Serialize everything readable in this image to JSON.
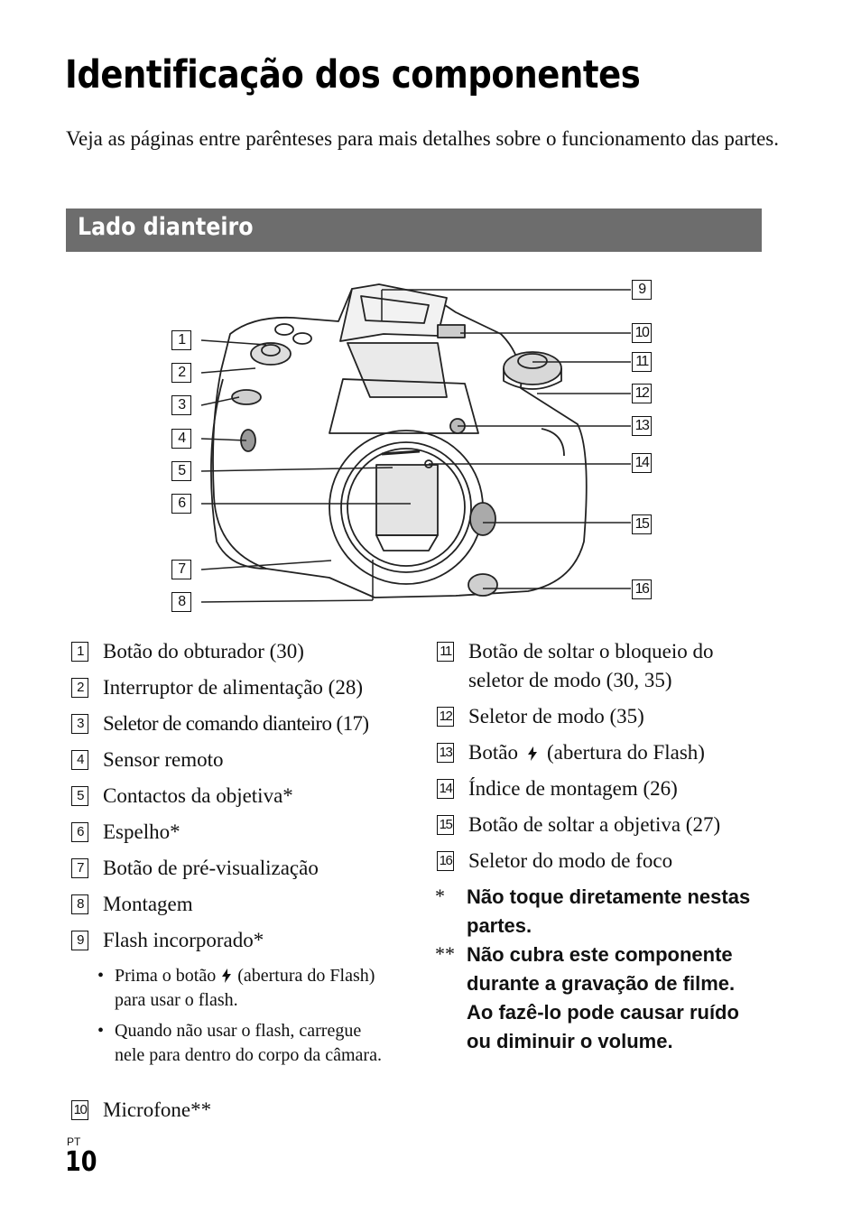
{
  "page": {
    "title": "Identificação dos componentes",
    "intro": "Veja as páginas entre parênteses para mais detalhes sobre o funcionamento das partes.",
    "section_title": "Lado dianteiro",
    "language_code": "PT",
    "page_number": "10"
  },
  "figure": {
    "callouts": [
      "1",
      "2",
      "3",
      "4",
      "5",
      "6",
      "7",
      "8",
      "9",
      "10",
      "11",
      "12",
      "13",
      "14",
      "15",
      "16"
    ]
  },
  "parts_left": [
    {
      "num": "1",
      "label": "Botão do obturador (30)"
    },
    {
      "num": "2",
      "label": "Interruptor de alimentação (28)"
    },
    {
      "num": "3",
      "label": "Seletor de comando dianteiro (17)"
    },
    {
      "num": "4",
      "label": "Sensor remoto"
    },
    {
      "num": "5",
      "label": "Contactos da objetiva*"
    },
    {
      "num": "6",
      "label": "Espelho*"
    },
    {
      "num": "7",
      "label": "Botão de pré-visualização"
    },
    {
      "num": "8",
      "label": "Montagem"
    },
    {
      "num": "9",
      "label": "Flash incorporado*"
    }
  ],
  "flash_notes": {
    "bullet": "•",
    "note1_part1": "Prima o botão",
    "note1_part2": "(abertura do Flash) para usar o flash.",
    "note2": "Quando não usar o flash, carregue nele para dentro do corpo da câmara."
  },
  "part_10": {
    "num": "10",
    "label": "Microfone**"
  },
  "parts_right": [
    {
      "num": "11",
      "label_line1": "Botão de soltar o bloqueio do",
      "label_line2": "seletor de modo (30, 35)"
    },
    {
      "num": "12",
      "label": "Seletor de modo (35)"
    },
    {
      "num": "13",
      "label_part1": "Botão",
      "label_part2": "(abertura do Flash)"
    },
    {
      "num": "14",
      "label": "Índice de montagem (26)"
    },
    {
      "num": "15",
      "label": "Botão de soltar a objetiva (27)"
    },
    {
      "num": "16",
      "label": "Seletor do modo de foco"
    }
  ],
  "footnotes": [
    {
      "mark": "*",
      "text": "Não toque diretamente nestas partes."
    },
    {
      "mark": "**",
      "text": "Não cubra este componente durante a gravação de filme. Ao fazê-lo pode causar ruído ou diminuir o volume."
    }
  ]
}
